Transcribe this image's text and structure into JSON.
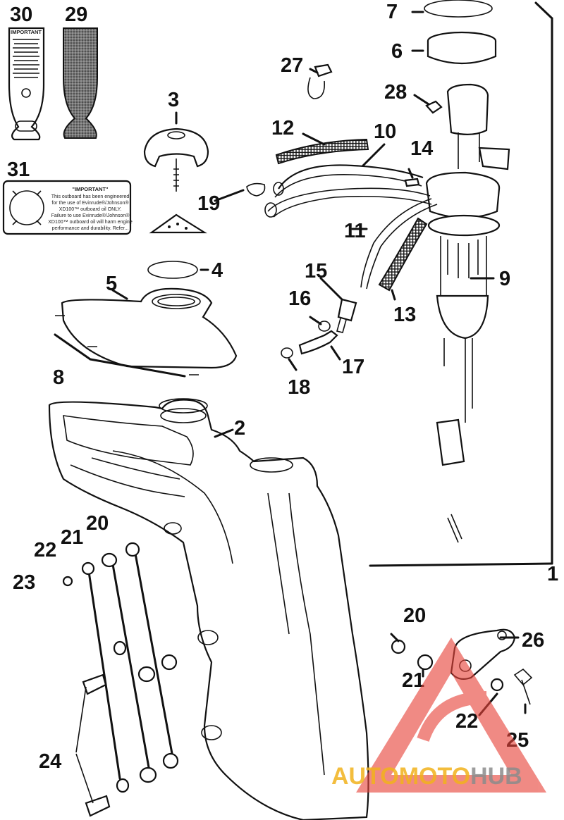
{
  "diagram": {
    "callouts": {
      "p1": "1",
      "p2": "2",
      "p3": "3",
      "p4": "4",
      "p5": "5",
      "p6": "6",
      "p7": "7",
      "p8": "8",
      "p9": "9",
      "p10": "10",
      "p11": "11",
      "p12": "12",
      "p13": "13",
      "p14": "14",
      "p15": "15",
      "p16": "16",
      "p17": "17",
      "p18": "18",
      "p19": "19",
      "p20a": "20",
      "p20b": "20",
      "p21a": "21",
      "p21b": "21",
      "p22a": "22",
      "p22b": "22",
      "p23": "23",
      "p24": "24",
      "p25": "25",
      "p26": "26",
      "p27": "27",
      "p28": "28",
      "p29": "29",
      "p30": "30",
      "p31": "31"
    },
    "decal30_heading": "IMPORTANT",
    "decal31_heading": "\"IMPORTANT\"",
    "decal31_lines": [
      "This outboard has been engineered",
      "for the use of Evinrude®/Johnson®",
      "XD100™ outboard oil ONLY.",
      "Failure to use Evinrude®/Johnson®",
      "XD100™ outboard oil will harm engine",
      "performance and durability. Refer..."
    ]
  },
  "watermark": {
    "text_part1": "AUTOMOTO",
    "text_part2": "HUB",
    "color_primary": "#e8433a",
    "color_secondary": "#8c8c8c",
    "color_gold": "#f2b21c"
  }
}
